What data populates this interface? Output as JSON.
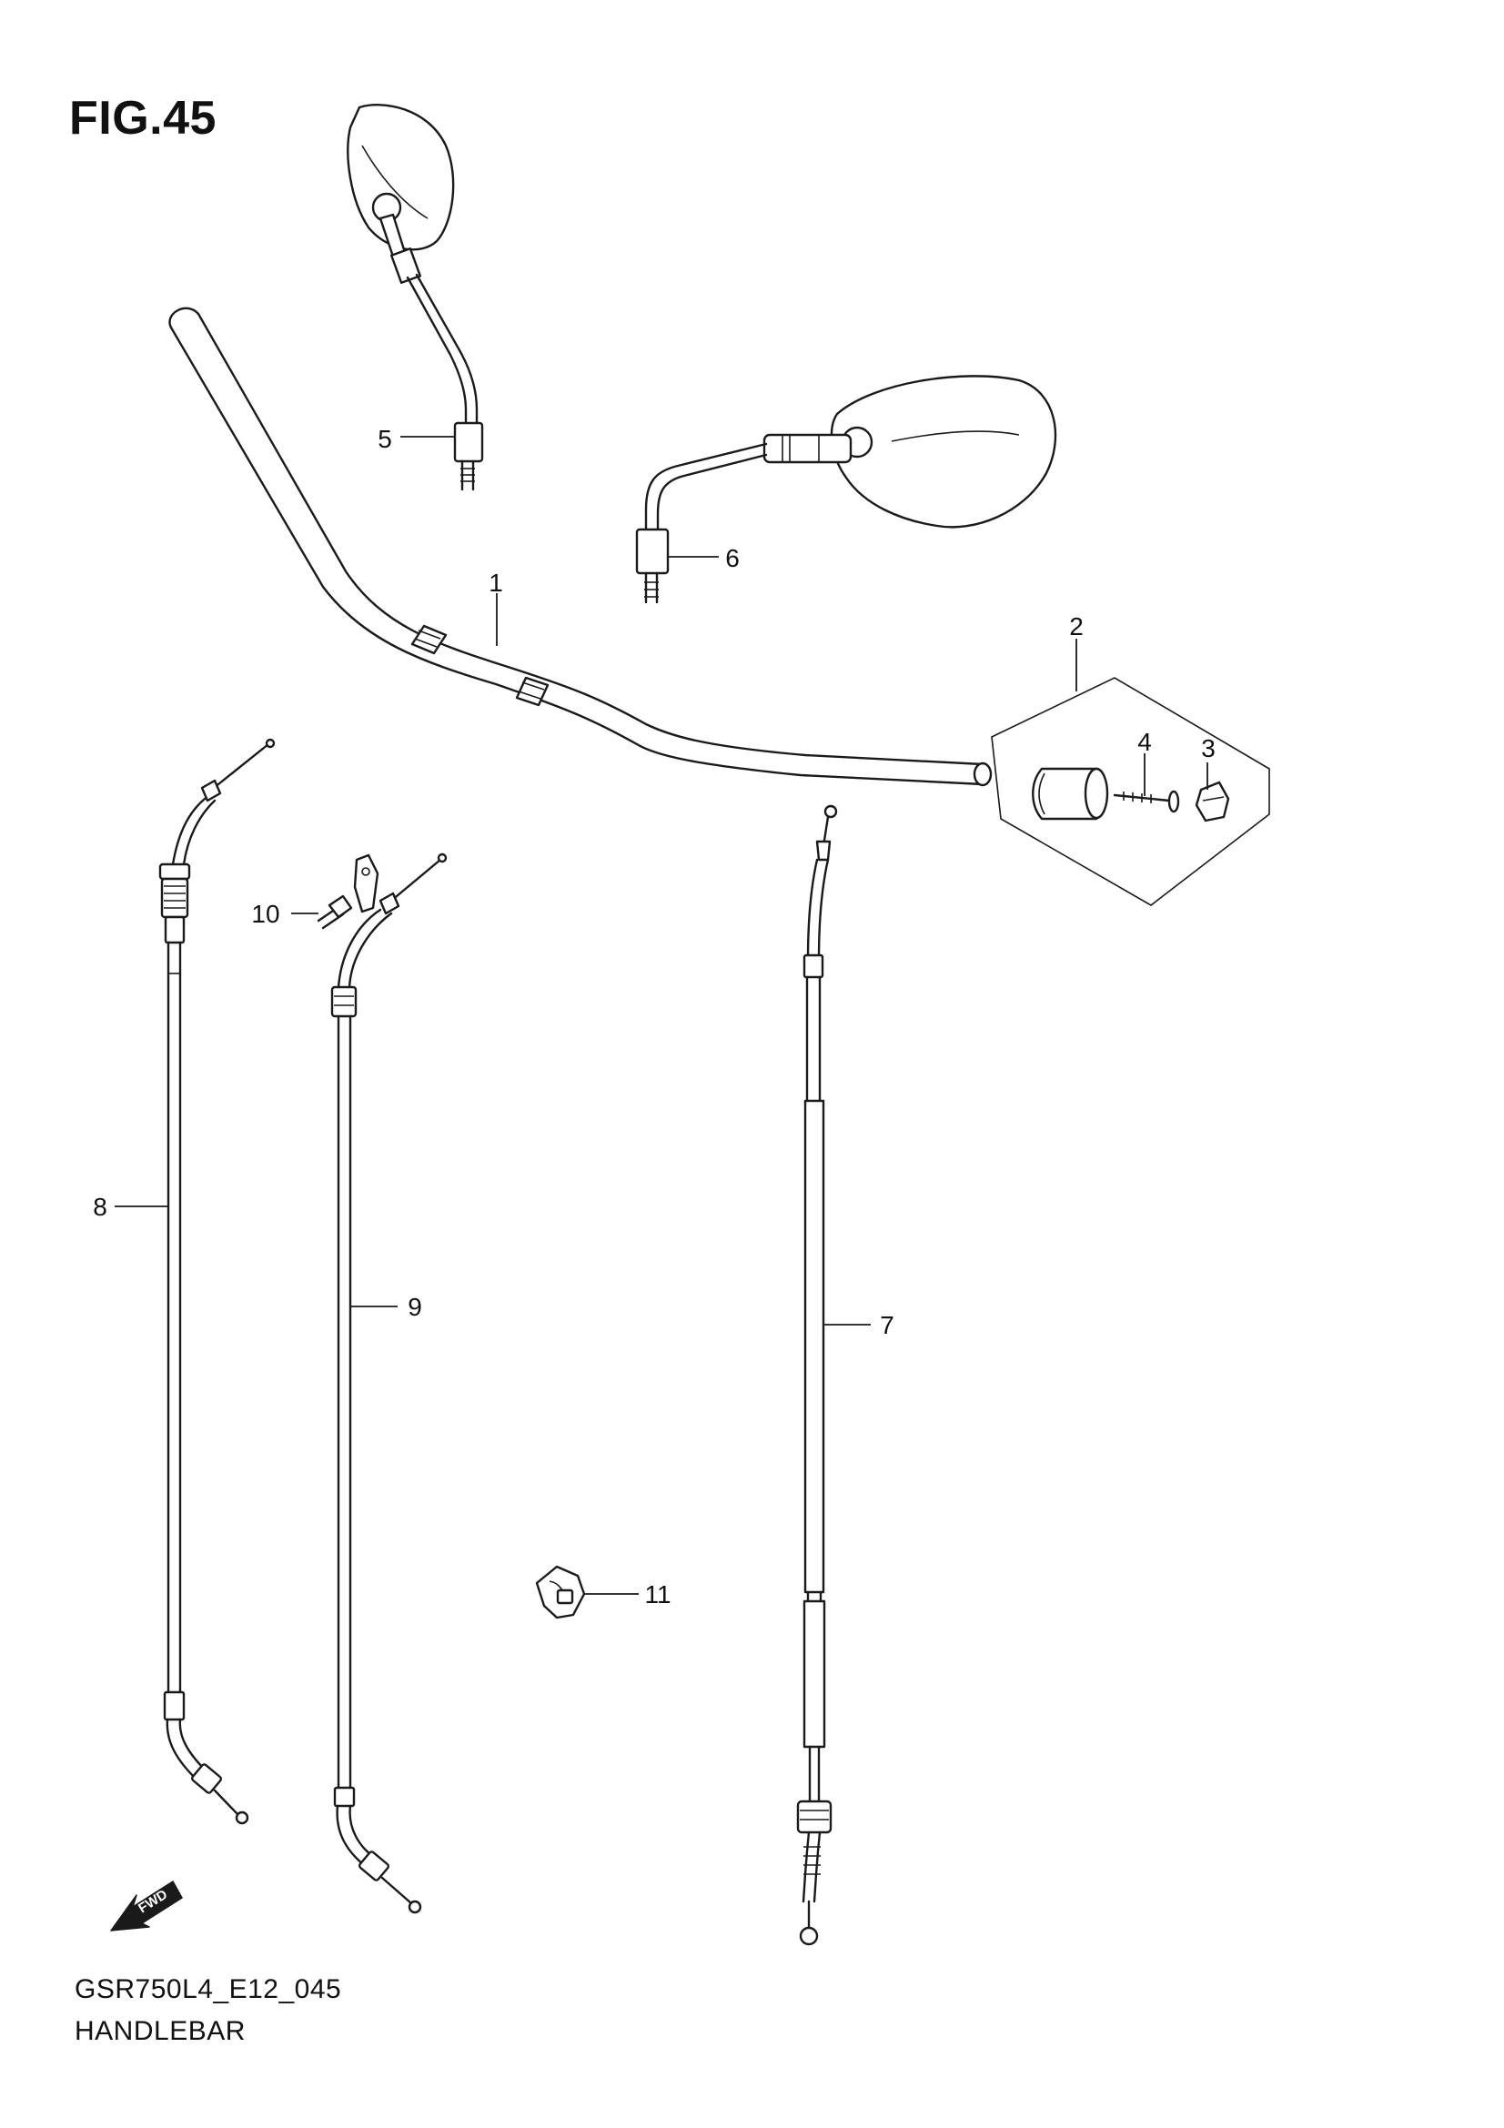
{
  "figure": {
    "title": "FIG.45",
    "code": "GSR750L4_E12_045",
    "name": "HANDLEBAR"
  },
  "callouts": [
    {
      "id": "1",
      "part": "handlebar"
    },
    {
      "id": "2",
      "part": "balancer-set"
    },
    {
      "id": "3",
      "part": "nut"
    },
    {
      "id": "4",
      "part": "screw"
    },
    {
      "id": "5",
      "part": "left-mirror"
    },
    {
      "id": "6",
      "part": "right-mirror"
    },
    {
      "id": "7",
      "part": "clutch-cable"
    },
    {
      "id": "8",
      "part": "throttle-cable-1"
    },
    {
      "id": "9",
      "part": "throttle-cable-2"
    },
    {
      "id": "10",
      "part": "bolt"
    },
    {
      "id": "11",
      "part": "clamp"
    }
  ],
  "fwd_marker": {
    "label": "FWD",
    "icon": "forward-arrow-icon"
  }
}
